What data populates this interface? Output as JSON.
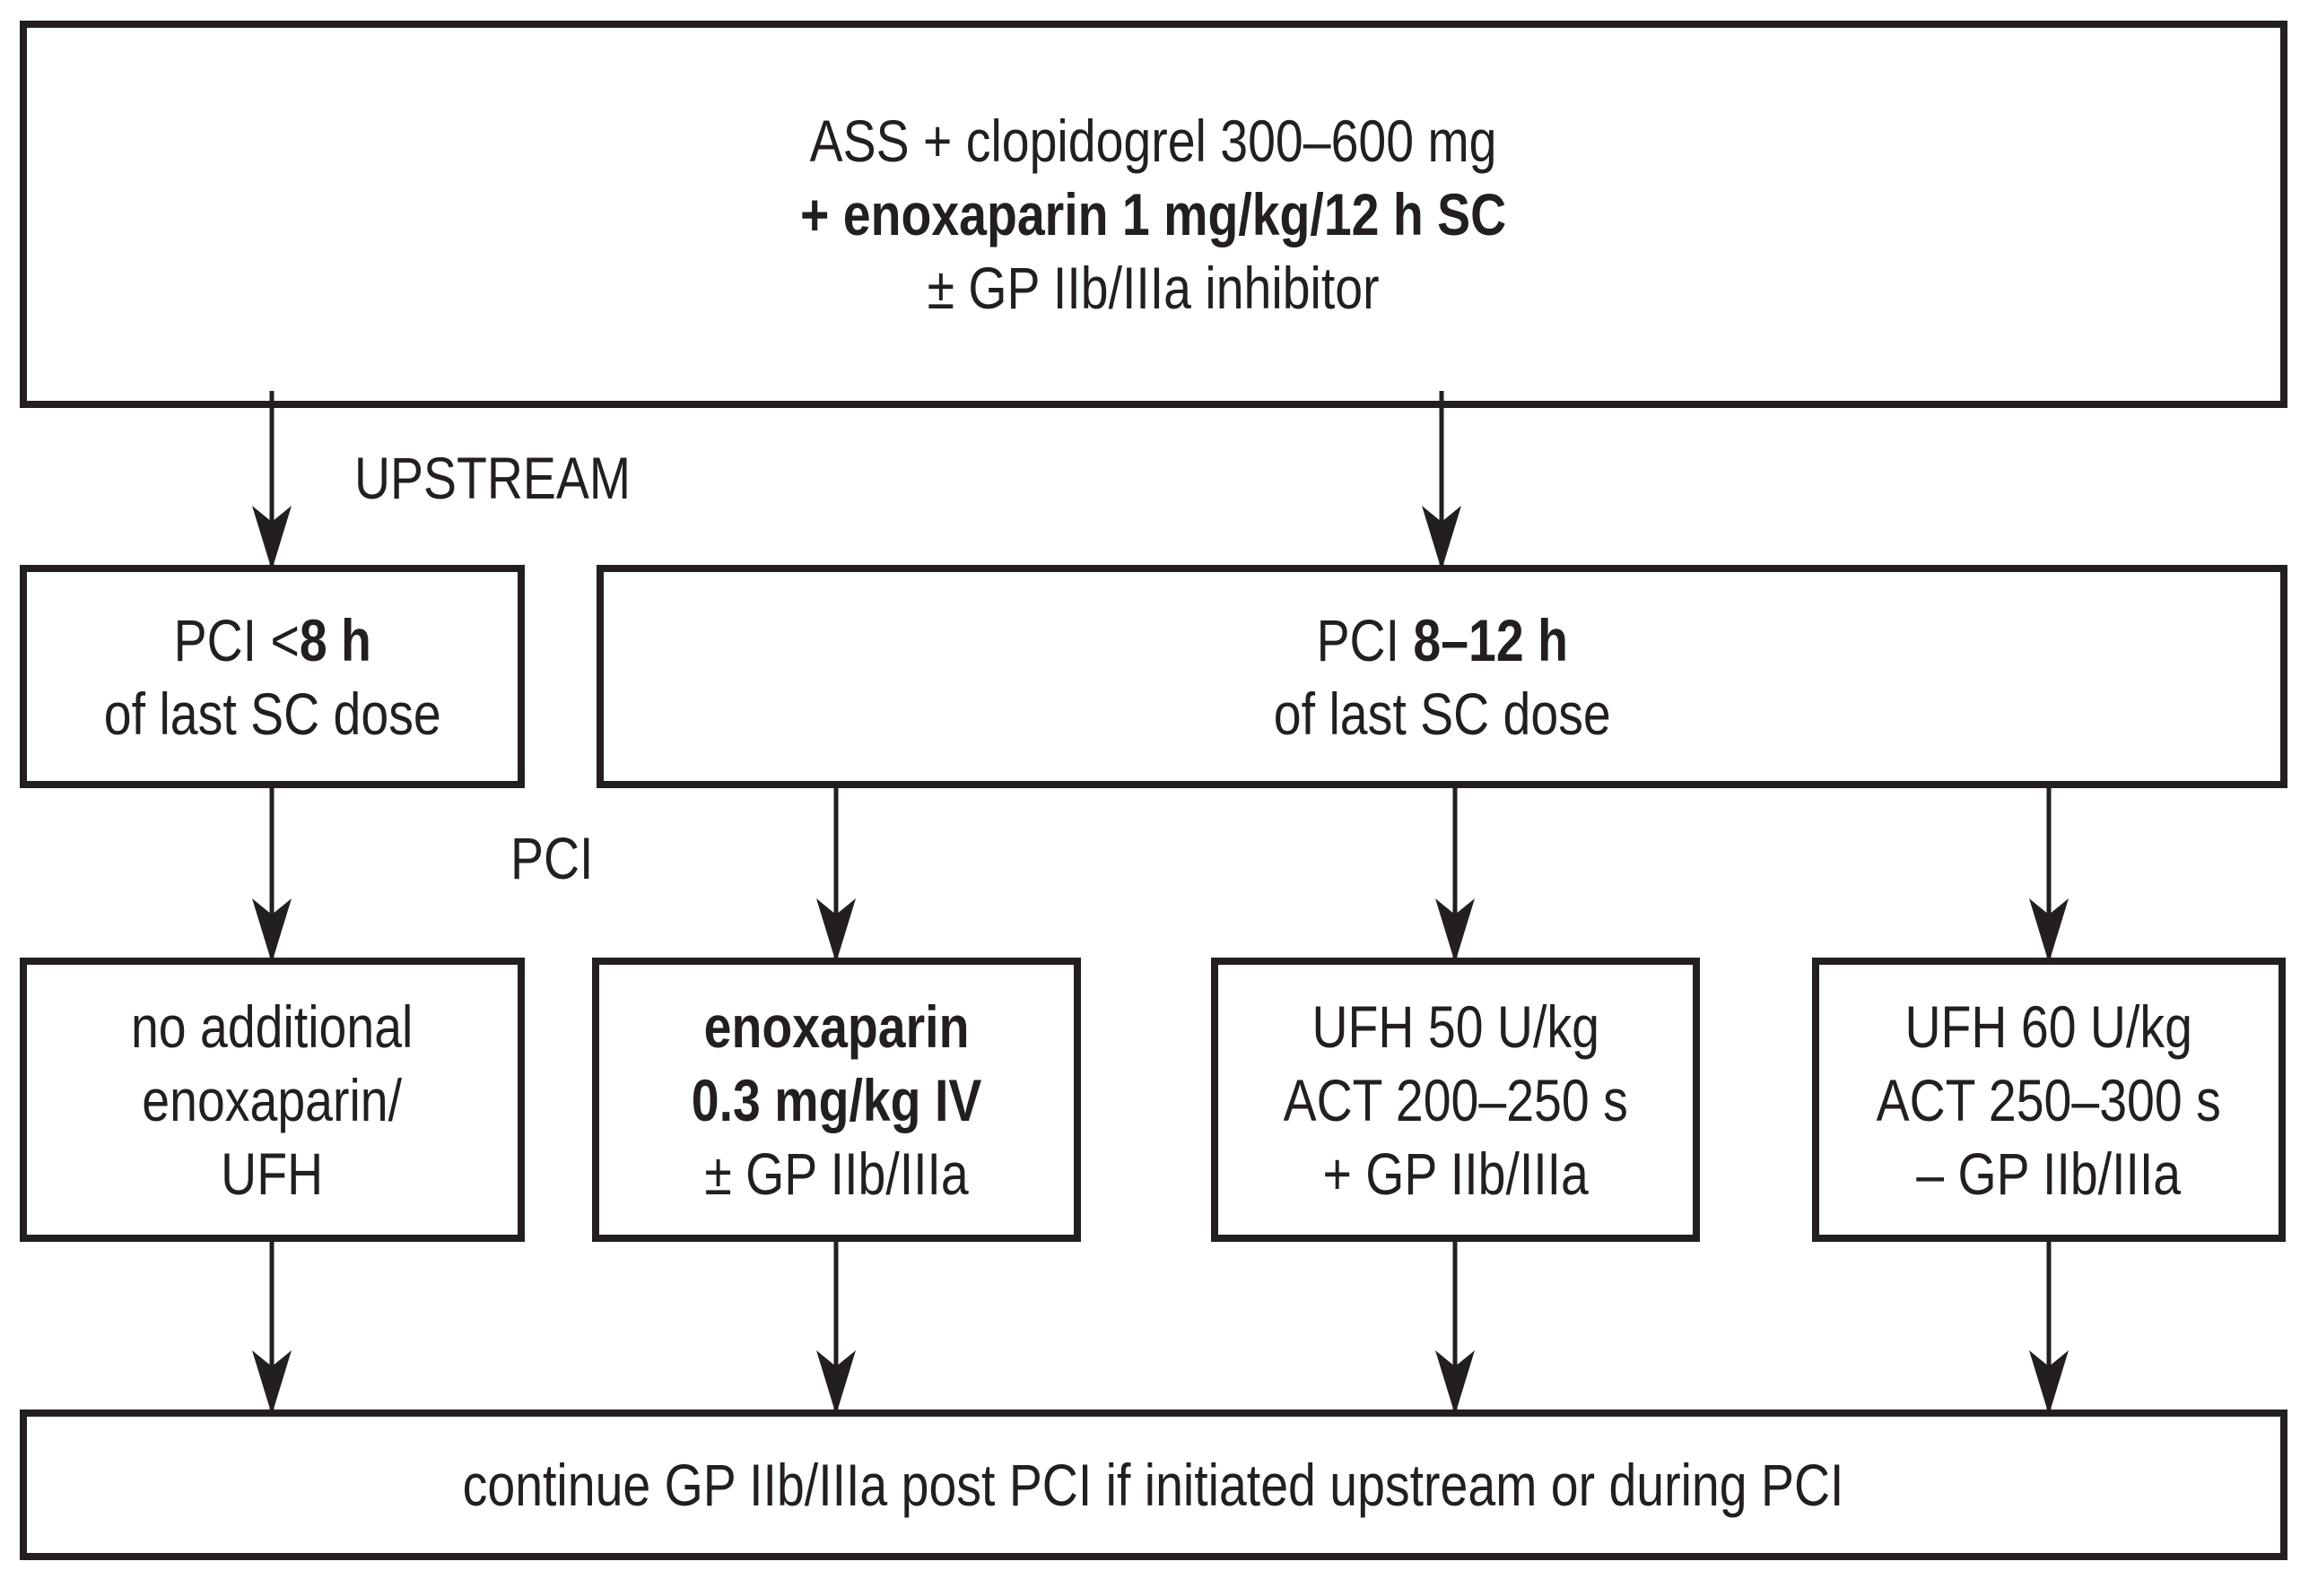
{
  "colors": {
    "ink": "#231f20",
    "background": "#ffffff"
  },
  "labels": {
    "upstream": "UPSTREAM",
    "pci": "PCI"
  },
  "nodes": {
    "initial_therapy": {
      "line1": "ASS + clopidogrel 300–600 mg",
      "line2": "+ enoxaparin 1 mg/kg/12 h SC",
      "line3": "± GP IIb/IIIa inhibitor"
    },
    "pci_lt_8h": {
      "line1_normal": "PCI <",
      "line1_bold": "8 h",
      "line2": "of last SC dose"
    },
    "pci_8_12h": {
      "line1_normal": "PCI ",
      "line1_bold": "8–12 h",
      "line2": "of last SC dose"
    },
    "no_additional": {
      "line1": "no additional",
      "line2": "enoxaparin/",
      "line3": "UFH"
    },
    "enoxaparin_iv": {
      "line1": "enoxaparin",
      "line2": "0.3 mg/kg IV",
      "line3": "± GP IIb/IIIa"
    },
    "ufh_50": {
      "line1": "UFH 50 U/kg",
      "line2": "ACT 200–250 s",
      "line3": "+ GP IIb/IIIa"
    },
    "ufh_60": {
      "line1": "UFH 60 U/kg",
      "line2": "ACT 250–300 s",
      "line3": "– GP IIb/IIIa"
    },
    "continue_gp": {
      "line1": "continue GP IIb/IIIa post PCI if initiated upstream or during PCI"
    }
  }
}
